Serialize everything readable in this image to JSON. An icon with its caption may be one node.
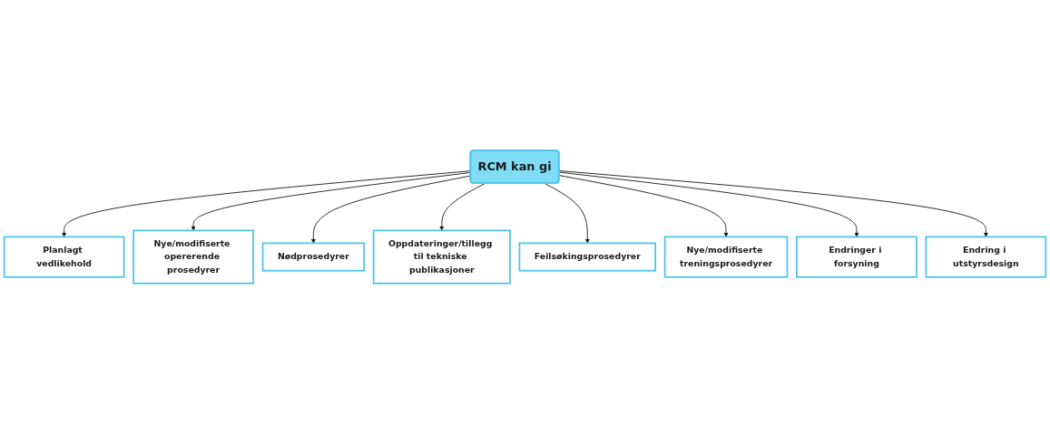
{
  "diagram": {
    "nodes": [
      {
        "text": [
          "RCM kan gi"
        ]
      },
      {
        "text": [
          "Planlagt vedlikehold"
        ]
      },
      {
        "text": [
          "Nye/modifiserte opererende prosedyrer"
        ]
      },
      {
        "text": [
          "Nødprosedyrer"
        ]
      },
      {
        "text": [
          "Oppdateringer/tillegg til tekniske publikasjoner"
        ]
      },
      {
        "text": [
          "Feilsøkingsprosedyrer"
        ]
      },
      {
        "text": [
          "Nye/modifiserte treningsprosedyrer"
        ]
      },
      {
        "text": [
          "Endringer i forsyning"
        ]
      },
      {
        "text": [
          "Endring i utstyrsdesign"
        ]
      }
    ],
    "edges": [
      {
        "from": 0,
        "to": 1,
        "arrow": "to"
      },
      {
        "from": 0,
        "to": 2,
        "arrow": "to"
      },
      {
        "from": 0,
        "to": 3,
        "arrow": "to"
      },
      {
        "from": 0,
        "to": 4,
        "arrow": "to"
      },
      {
        "from": 0,
        "to": 5,
        "arrow": "to"
      },
      {
        "from": 0,
        "to": 6,
        "arrow": "to"
      },
      {
        "from": 0,
        "to": 7,
        "arrow": "to"
      },
      {
        "from": 0,
        "to": 8,
        "arrow": "to"
      }
    ]
  }
}
